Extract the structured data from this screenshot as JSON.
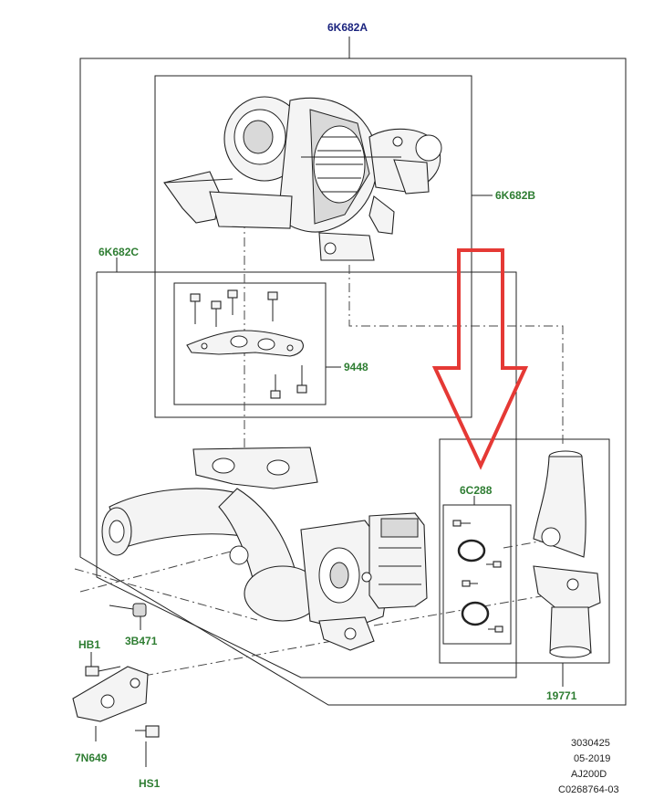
{
  "colors": {
    "blue_label": "#1a237e",
    "green_label": "#2e7d32",
    "arrow_red": "#e53935"
  },
  "labels": {
    "assembly_main": "6K682A",
    "turbo_sub": "6K682B",
    "manifold_sub": "6K682C",
    "gasket_kit": "9448",
    "oring_kit": "6C288",
    "pipe": "19771",
    "bolt_hb1": "HB1",
    "stud_3b471": "3B471",
    "bracket": "7N649",
    "screw_hs1": "HS1"
  },
  "meta": {
    "ref": "3030425",
    "date": "05-2019",
    "engine": "AJ200D",
    "code": "C0268764-03"
  }
}
